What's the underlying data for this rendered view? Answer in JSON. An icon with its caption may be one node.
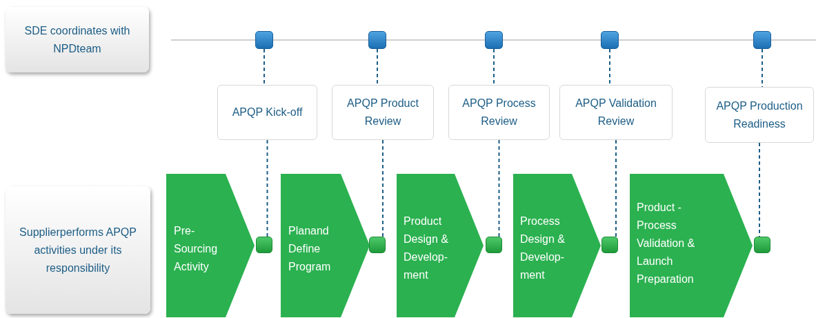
{
  "diagram": {
    "nodes": [
      {
        "text": [
          "SDE coordinates with NPDteam"
        ]
      },
      {
        "text": [],
        "shape": "box"
      },
      {
        "text": [],
        "shape": "box"
      },
      {
        "text": [],
        "shape": "box"
      },
      {
        "text": [],
        "shape": "box"
      },
      {
        "text": [],
        "shape": "box"
      },
      {
        "text": [
          "APQP Kick-off"
        ]
      },
      {
        "text": [
          "APQP Product Review"
        ]
      },
      {
        "text": [
          "APQP Process Review"
        ]
      },
      {
        "text": [
          "APQP Validation Review"
        ]
      },
      {
        "text": [
          "APQP Production Readiness"
        ]
      },
      {
        "text": [
          "Supplierperforms APQP activities under its responsibility"
        ]
      },
      {
        "text": [
          "Pre- Sourcing Activity"
        ]
      },
      {
        "text": [
          "Planand Define Program"
        ]
      },
      {
        "text": [
          "Product Design & Develop- ment"
        ]
      },
      {
        "text": [
          "Process Design & Develop- ment"
        ]
      },
      {
        "text": [
          "Product - Process Validation & Launch Preparation"
        ]
      },
      {
        "text": [],
        "shape": "box"
      },
      {
        "text": [],
        "shape": "box"
      },
      {
        "text": [],
        "shape": "box"
      },
      {
        "text": [],
        "shape": "box"
      },
      {
        "text": [],
        "shape": "box"
      }
    ],
    "edges": [
      {
        "from": null,
        "to": 1,
        "arrow": "none",
        "color": "#cfcfcf"
      },
      {
        "from": 1,
        "to": 2,
        "arrow": "none",
        "color": "#cfcfcf"
      },
      {
        "from": 2,
        "to": 3,
        "arrow": "none",
        "color": "#cfcfcf"
      },
      {
        "from": 3,
        "to": 4,
        "arrow": "none",
        "color": "#cfcfcf"
      },
      {
        "from": 4,
        "to": 5,
        "arrow": "none",
        "color": "#cfcfcf"
      },
      {
        "from": 5,
        "to": null,
        "arrow": "none",
        "color": "#cfcfcf"
      },
      {
        "from": 1,
        "to": 6,
        "arrow": "none",
        "style": "dashed"
      },
      {
        "from": 6,
        "to": 17,
        "arrow": "none",
        "style": "dashed"
      },
      {
        "from": 2,
        "to": 7,
        "arrow": "none",
        "style": "dashed"
      },
      {
        "from": 7,
        "to": 18,
        "arrow": "none",
        "style": "dashed"
      },
      {
        "from": 3,
        "to": 8,
        "arrow": "none",
        "style": "dashed"
      },
      {
        "from": 8,
        "to": 19,
        "arrow": "none",
        "style": "dashed"
      },
      {
        "from": 4,
        "to": 9,
        "arrow": "none",
        "style": "dashed"
      },
      {
        "from": 9,
        "to": 20,
        "arrow": "none",
        "style": "dashed"
      },
      {
        "from": 5,
        "to": 10,
        "arrow": "none",
        "style": "dashed"
      },
      {
        "from": 10,
        "to": 21,
        "arrow": "none",
        "style": "dashed"
      }
    ]
  }
}
